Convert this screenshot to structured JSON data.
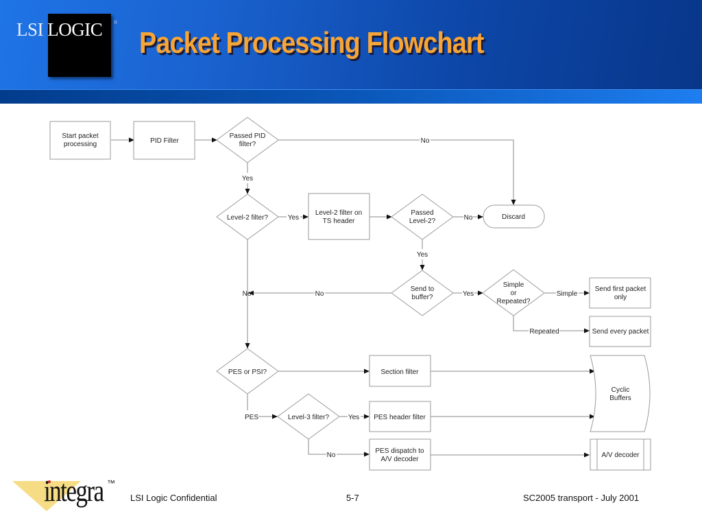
{
  "header": {
    "logo_left": "LSI",
    "logo_right": "LOGIC",
    "logo_mark": "®",
    "title": "Packet Processing Flowchart"
  },
  "colors": {
    "title": "#f7a536",
    "header_blue_light": "#1f74e6",
    "header_blue_dark": "#08368a",
    "node_stroke": "#9a9a9a",
    "connector": "#8a8a8a"
  },
  "flowchart": {
    "nodes": {
      "start": "Start packet\nprocessing",
      "pid_filter": "PID Filter",
      "passed_pid": "Passed PID\nfilter?",
      "level2_q": "Level-2 filter?",
      "level2_ts": "Level-2 filter on\nTS header",
      "passed_level2": "Passed\nLevel-2?",
      "discard": "Discard",
      "send_to_buffer": "Send to\nbuffer?",
      "simple_or_repeated": "Simple\nor\nRepeated?",
      "send_first": "Send first packet\nonly",
      "send_every": "Send every packet",
      "pes_or_psi": "PES or PSI?",
      "section_filter": "Section filter",
      "level3_q": "Level-3 filter?",
      "pes_header_filter": "PES header filter",
      "pes_dispatch": "PES dispatch to\nA/V decoder",
      "cyclic_buffers": "Cyclic\nBuffers",
      "av_decoder": "A/V decoder"
    },
    "edge_labels": {
      "pid_no": "No",
      "pid_yes": "Yes",
      "level2_yes": "Yes",
      "passed_level2_no": "No",
      "passed_level2_yes": "Yes",
      "buffer_no": "No",
      "merge_no": "No",
      "buffer_yes": "Yes",
      "simple": "Simple",
      "repeated": "Repeated",
      "pes": "PES",
      "level3_yes": "Yes",
      "level3_no": "No"
    }
  },
  "footer": {
    "brand": "integra",
    "trademark": "™",
    "confidential": "LSI Logic Confidential",
    "page": "5-7",
    "doc": "SC2005 transport - July 2001"
  }
}
